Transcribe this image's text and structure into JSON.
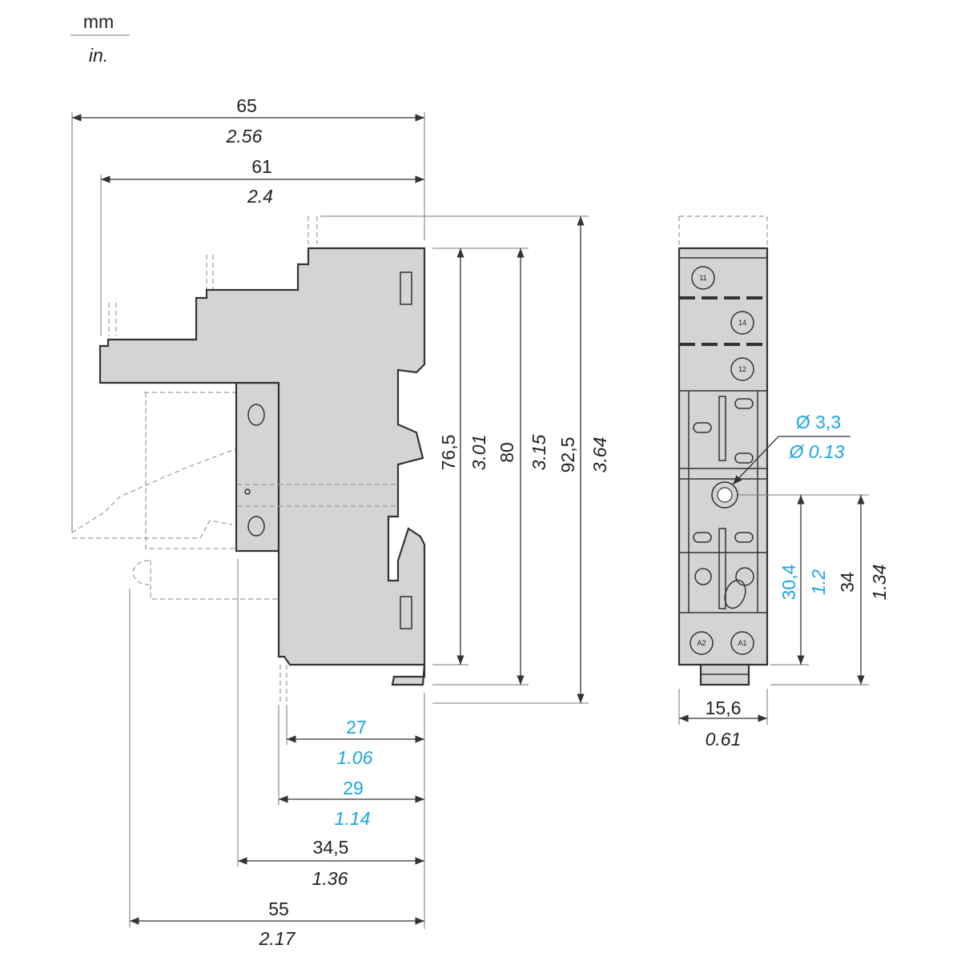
{
  "units": {
    "primary": "mm",
    "secondary": "in."
  },
  "side_view": {
    "width_overall": {
      "mm": "65",
      "in": "2.56"
    },
    "width_body": {
      "mm": "61",
      "in": "2.4"
    },
    "height_a": {
      "mm": "76,5",
      "in": "3.01"
    },
    "height_b": {
      "mm": "80",
      "in": "3.15"
    },
    "height_c": {
      "mm": "92,5",
      "in": "3.64"
    },
    "depth_27": {
      "mm": "27",
      "in": "1.06"
    },
    "depth_29": {
      "mm": "29",
      "in": "1.14"
    },
    "depth_345": {
      "mm": "34,5",
      "in": "1.36"
    },
    "depth_55": {
      "mm": "55",
      "in": "2.17"
    }
  },
  "front_view": {
    "terminals": [
      "11",
      "14",
      "12",
      "A2",
      "A1"
    ],
    "hole_diameter": {
      "mm": "Ø 3,3",
      "in": "Ø 0.13"
    },
    "hole_height": {
      "mm": "30,4",
      "in": "1.2"
    },
    "overall_height": {
      "mm": "34",
      "in": "1.34"
    },
    "width": {
      "mm": "15,6",
      "in": "0.61"
    }
  },
  "colors": {
    "accent": "#1aa6e0",
    "body": "#d4d4d6"
  }
}
